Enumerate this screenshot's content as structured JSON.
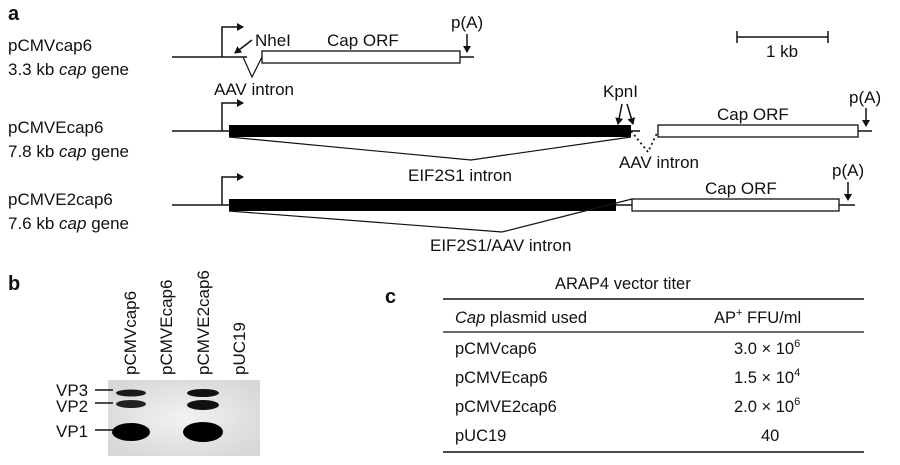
{
  "panel_labels": {
    "a": "a",
    "b": "b",
    "c": "c"
  },
  "panel_a": {
    "constructs": [
      {
        "name": "pCMVcap6",
        "size_pre": "3.3 kb ",
        "size_gene": "cap",
        "size_post": " gene"
      },
      {
        "name": "pCMVEcap6",
        "size_pre": "7.8 kb ",
        "size_gene": "cap",
        "size_post": " gene"
      },
      {
        "name": "pCMVE2cap6",
        "size_pre": "7.6 kb ",
        "size_gene": "cap",
        "size_post": " gene"
      }
    ],
    "annotations": {
      "nhel": "NheI",
      "kpnl": "KpnI",
      "cap_orf": "Cap ORF",
      "polyA": "p(A)",
      "aav_intron": "AAV intron",
      "eif_intron": "EIF2S1 intron",
      "eif_aav_intron": "EIF2S1/AAV intron",
      "scale": "1 kb"
    }
  },
  "panel_b": {
    "lanes": [
      "pCMVcap6",
      "pCMVEcap6",
      "pCMVE2cap6",
      "pUC19"
    ],
    "bands": [
      "VP3",
      "VP2",
      "VP1"
    ]
  },
  "panel_c": {
    "title": "ARAP4 vector titer",
    "header": {
      "col1_italic": "Cap",
      "col1_rest": " plasmid used",
      "col2_pre": "AP",
      "col2_sup": "+",
      "col2_post": " FFU/ml"
    },
    "rows": [
      {
        "plasmid": "pCMVcap6",
        "mant": "3.0 × 10",
        "exp": "6"
      },
      {
        "plasmid": "pCMVEcap6",
        "mant": "1.5 × 10",
        "exp": "4"
      },
      {
        "plasmid": "pCMVE2cap6",
        "mant": "2.0 × 10",
        "exp": "6"
      },
      {
        "plasmid": "pUC19",
        "mant": "40",
        "exp": ""
      }
    ]
  }
}
